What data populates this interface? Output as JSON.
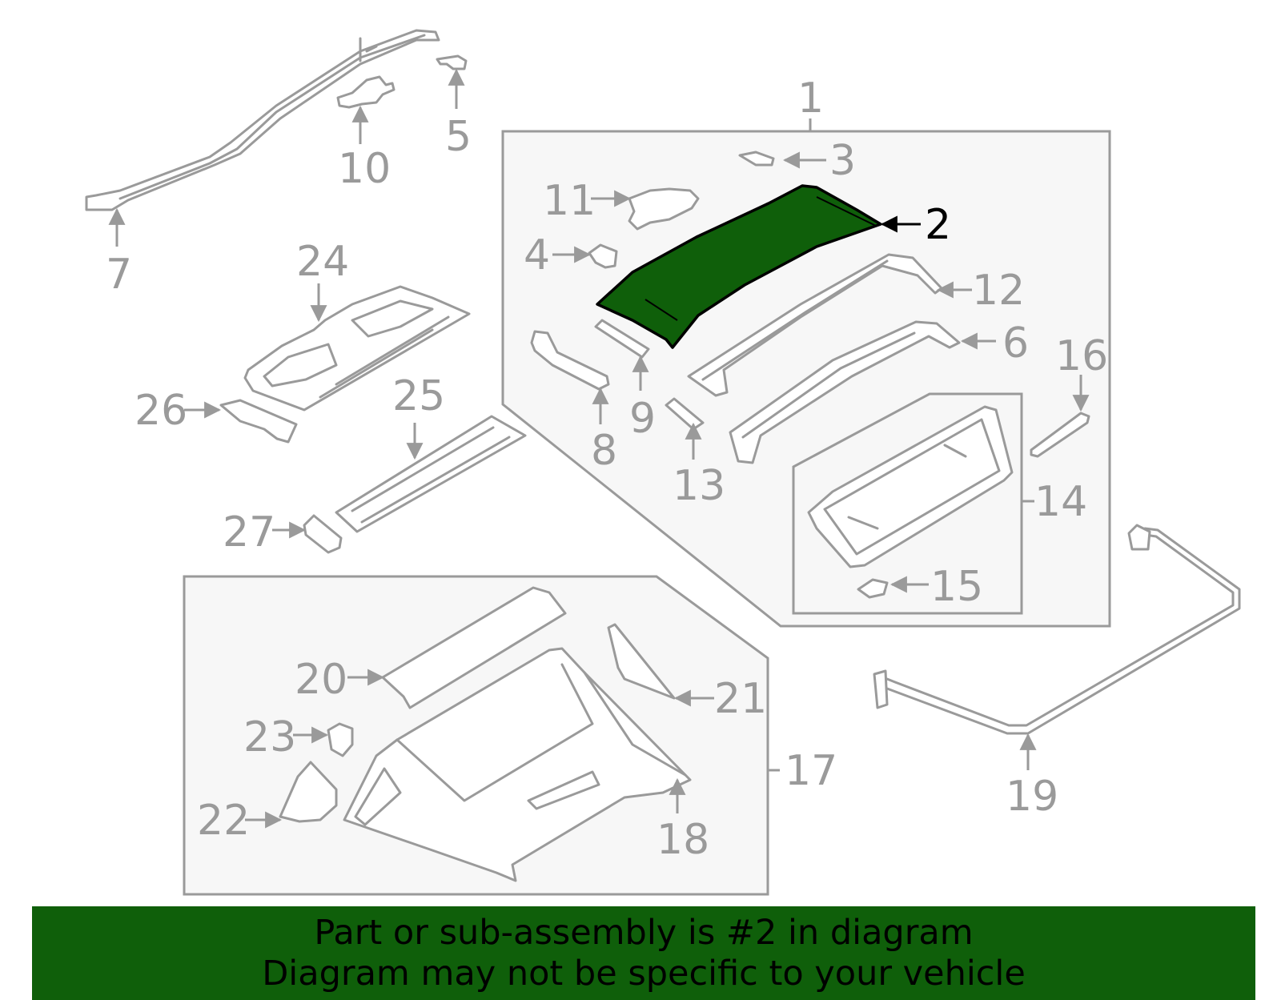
{
  "colors": {
    "highlight": "#0f5f0a",
    "banner": "#0f5f0a",
    "line": "#9a9a9a",
    "box_fill": "#f7f7f7",
    "callout_highlight": "#000000"
  },
  "highlighted_part": "2",
  "callouts": {
    "c1": "1",
    "c2": "2",
    "c3": "3",
    "c4": "4",
    "c5": "5",
    "c6": "6",
    "c7": "7",
    "c8": "8",
    "c9": "9",
    "c10": "10",
    "c11": "11",
    "c12": "12",
    "c13": "13",
    "c14": "14",
    "c15": "15",
    "c16": "16",
    "c17": "17",
    "c18": "18",
    "c19": "19",
    "c20": "20",
    "c21": "21",
    "c22": "22",
    "c23": "23",
    "c24": "24",
    "c25": "25",
    "c26": "26",
    "c27": "27"
  },
  "banner": {
    "line1": "Part or sub-assembly is #2 in diagram",
    "line2": "Diagram may not be specific to your vehicle"
  }
}
